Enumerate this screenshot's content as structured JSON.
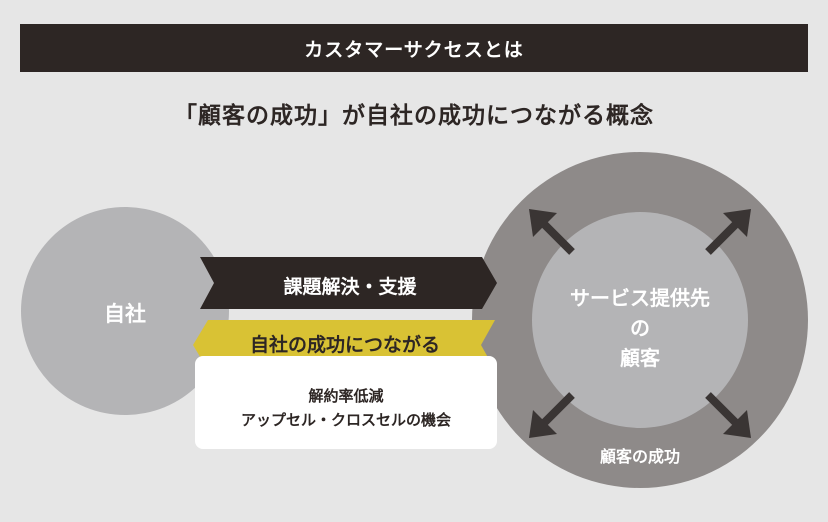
{
  "header": {
    "title": "カスタマーサクセスとは"
  },
  "subtitle": "「顧客の成功」が自社の成功につながる概念",
  "diagram": {
    "left_circle_label": "自社",
    "arrow_to_customer_label": "課題解決・支援",
    "arrow_to_company_label": "自社の成功につながる",
    "benefits": [
      "解約率低減",
      "アップセル・クロスセルの機会"
    ],
    "inner_circle_lines": [
      "サービス提供先",
      "の",
      "顧客"
    ],
    "outer_circle_label": "顧客の成功"
  },
  "colors": {
    "background": "#e6e6e6",
    "dark": "#2d2624",
    "yellow": "#d9c234",
    "left_circle": "#b4b4b6",
    "outer_circle": "#8e8a89",
    "inner_circle": "#b4b4b6",
    "arrow_icons": "#3a3534"
  }
}
